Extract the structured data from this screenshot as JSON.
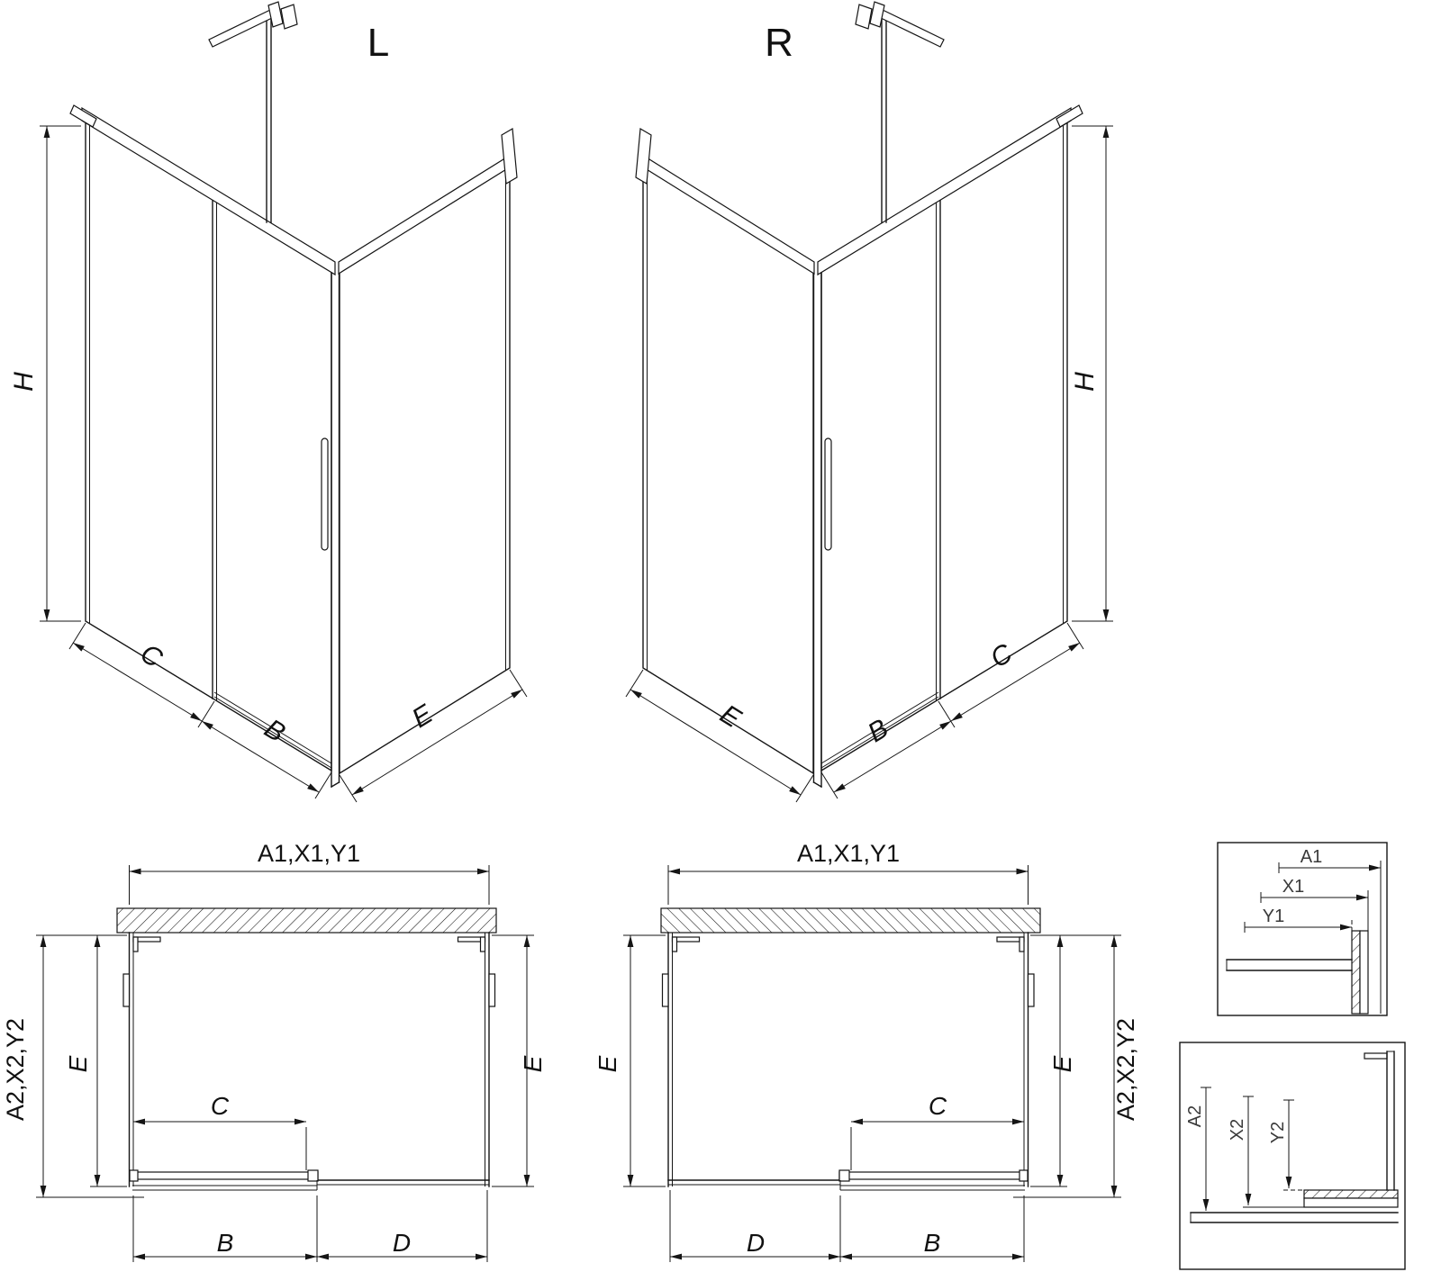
{
  "colors": {
    "line": "#151515",
    "background": "#ffffff"
  },
  "iso_left": {
    "title": "L",
    "h_label": "H",
    "c_label": "C",
    "b_label": "B",
    "e_label": "E"
  },
  "iso_right": {
    "title": "R",
    "h_label": "H",
    "c_label": "C",
    "b_label": "B",
    "e_label": "E"
  },
  "plan_left": {
    "width_label": "A1,X1,Y1",
    "depth_outer_label": "A2,X2,Y2",
    "depth_inner_label": "E",
    "depth_right_label": "E",
    "c_label": "C",
    "b_label": "B",
    "d_label": "D"
  },
  "plan_right": {
    "width_label": "A1,X1,Y1",
    "depth_left_label": "E",
    "depth_inner_label": "E",
    "depth_outer_label": "A2,X2,Y2",
    "c_label": "C",
    "b_label": "B",
    "d_label": "D"
  },
  "detail_top": {
    "a1_label": "A1",
    "x1_label": "X1",
    "y1_label": "Y1"
  },
  "detail_bottom": {
    "a2_label": "A2",
    "x2_label": "X2",
    "y2_label": "Y2"
  }
}
